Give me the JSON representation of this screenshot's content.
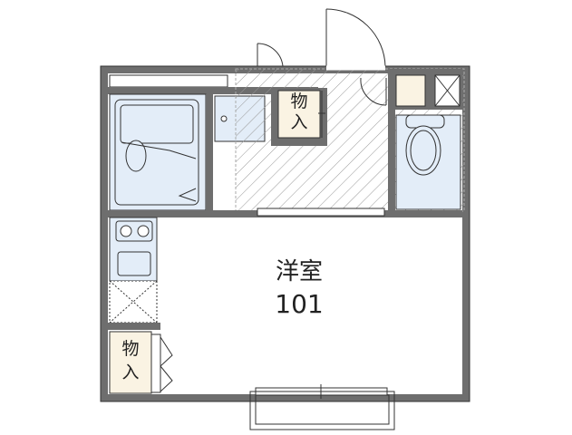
{
  "plan": {
    "main_room_label": "洋室",
    "unit_number": "101",
    "closet_top": {
      "line1": "物",
      "line2": "入"
    },
    "closet_bottom": {
      "line1": "物",
      "line2": "入"
    }
  },
  "colors": {
    "wall": "#6e6e6e",
    "wet_area": "#e3edf8",
    "storage": "#faf3e3",
    "hatch": "#999999",
    "line": "#333333"
  }
}
